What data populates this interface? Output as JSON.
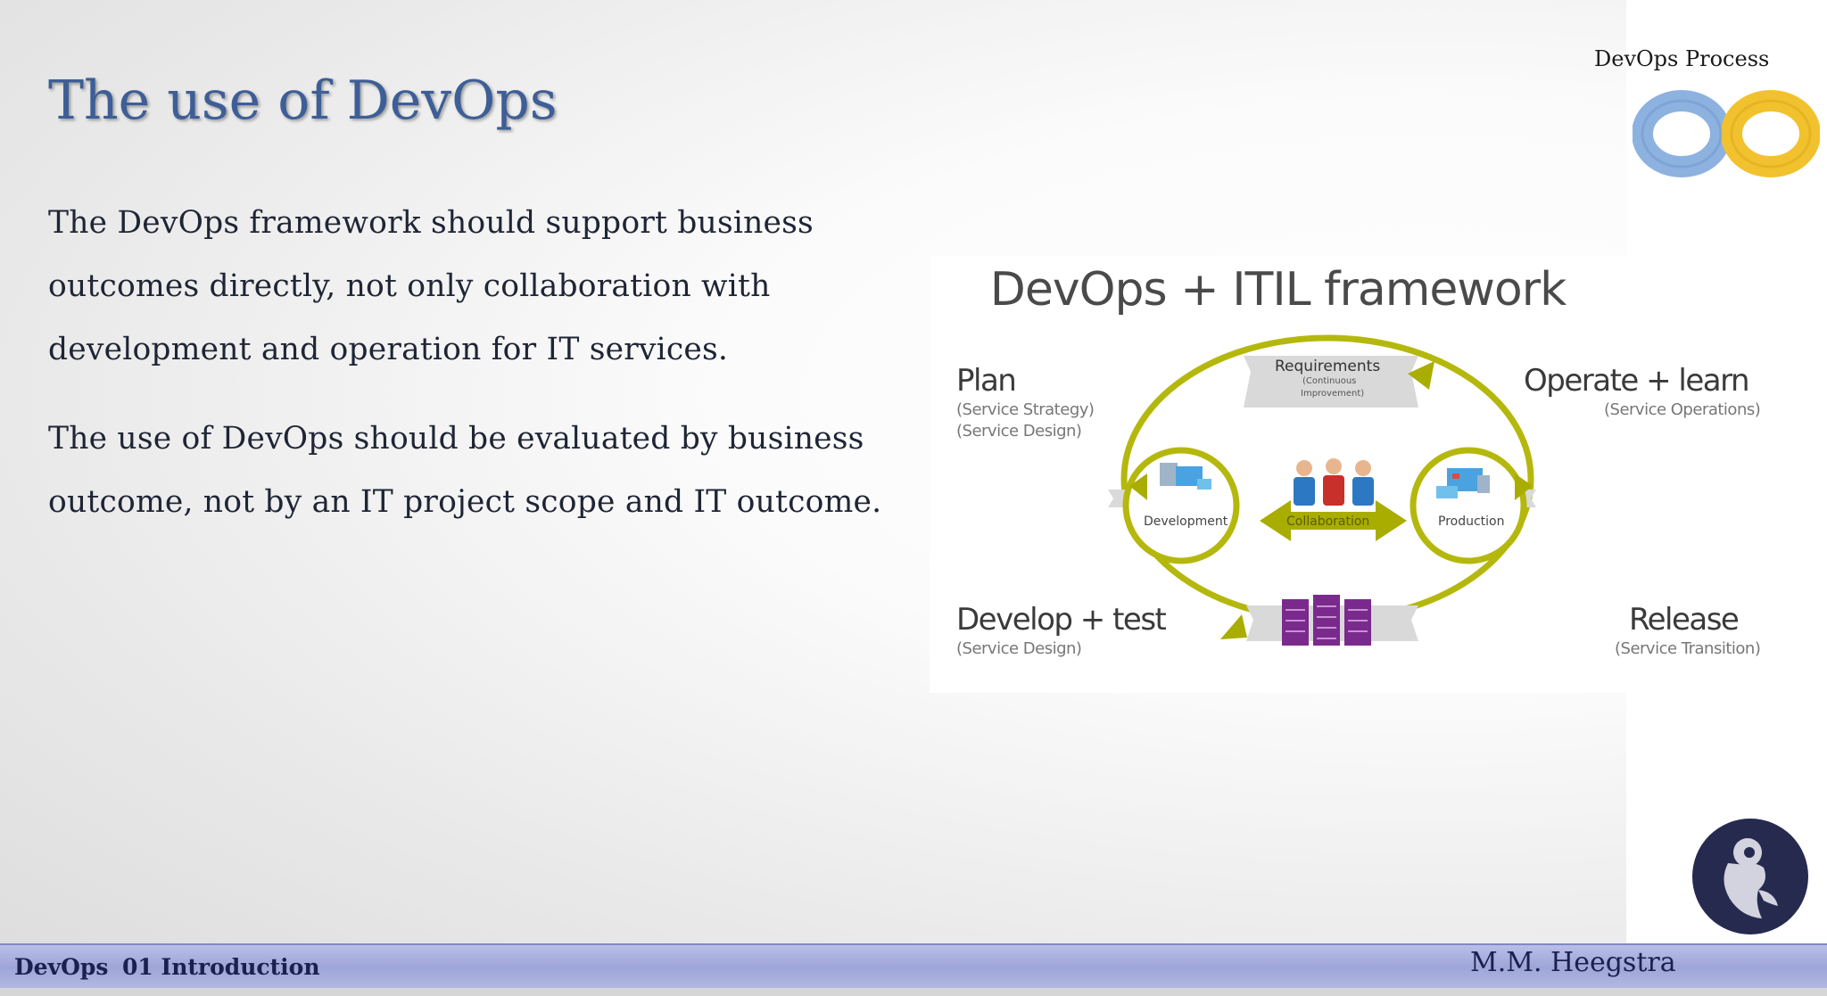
{
  "slide": {
    "title": "The use of DevOps",
    "paragraph1_lines": [
      "The DevOps framework should support business",
      "outcomes directly, not only collaboration with",
      "development and operation for IT services."
    ],
    "paragraph2_lines": [
      "The use of DevOps should be evaluated by business",
      "outcome, not by an IT project scope and IT outcome."
    ]
  },
  "sidebar": {
    "process_label": "DevOps Process",
    "logo_icon": "devops-infinity-loop-icon"
  },
  "diagram": {
    "title": "DevOps + ITIL framework",
    "plan": {
      "label": "Plan",
      "sub1": "(Service Strategy)",
      "sub2": "(Service Design)"
    },
    "operate": {
      "label": "Operate + learn",
      "sub": "(Service Operations)"
    },
    "develop": {
      "label": "Develop + test",
      "sub": "(Service Design)"
    },
    "release": {
      "label": "Release",
      "sub": "(Service Transition)"
    },
    "requirements": {
      "label": "Requirements",
      "sub1": "(Continuous",
      "sub2": "Improvement)"
    },
    "development_label": "Development",
    "collaboration_label": "Collaboration",
    "production_label": "Production",
    "colors": {
      "loop": "#b5b80c",
      "arrow": "#a9ad00",
      "servers": "#7a2a8c",
      "banner": "#d9d9d9"
    }
  },
  "footer": {
    "course": "DevOps",
    "section": "01 Introduction",
    "author": "M.M. Heegstra"
  },
  "theme": {
    "title_color": "#3d5e97",
    "text_color": "#1f2535",
    "footer_color": "#a7aedd"
  }
}
